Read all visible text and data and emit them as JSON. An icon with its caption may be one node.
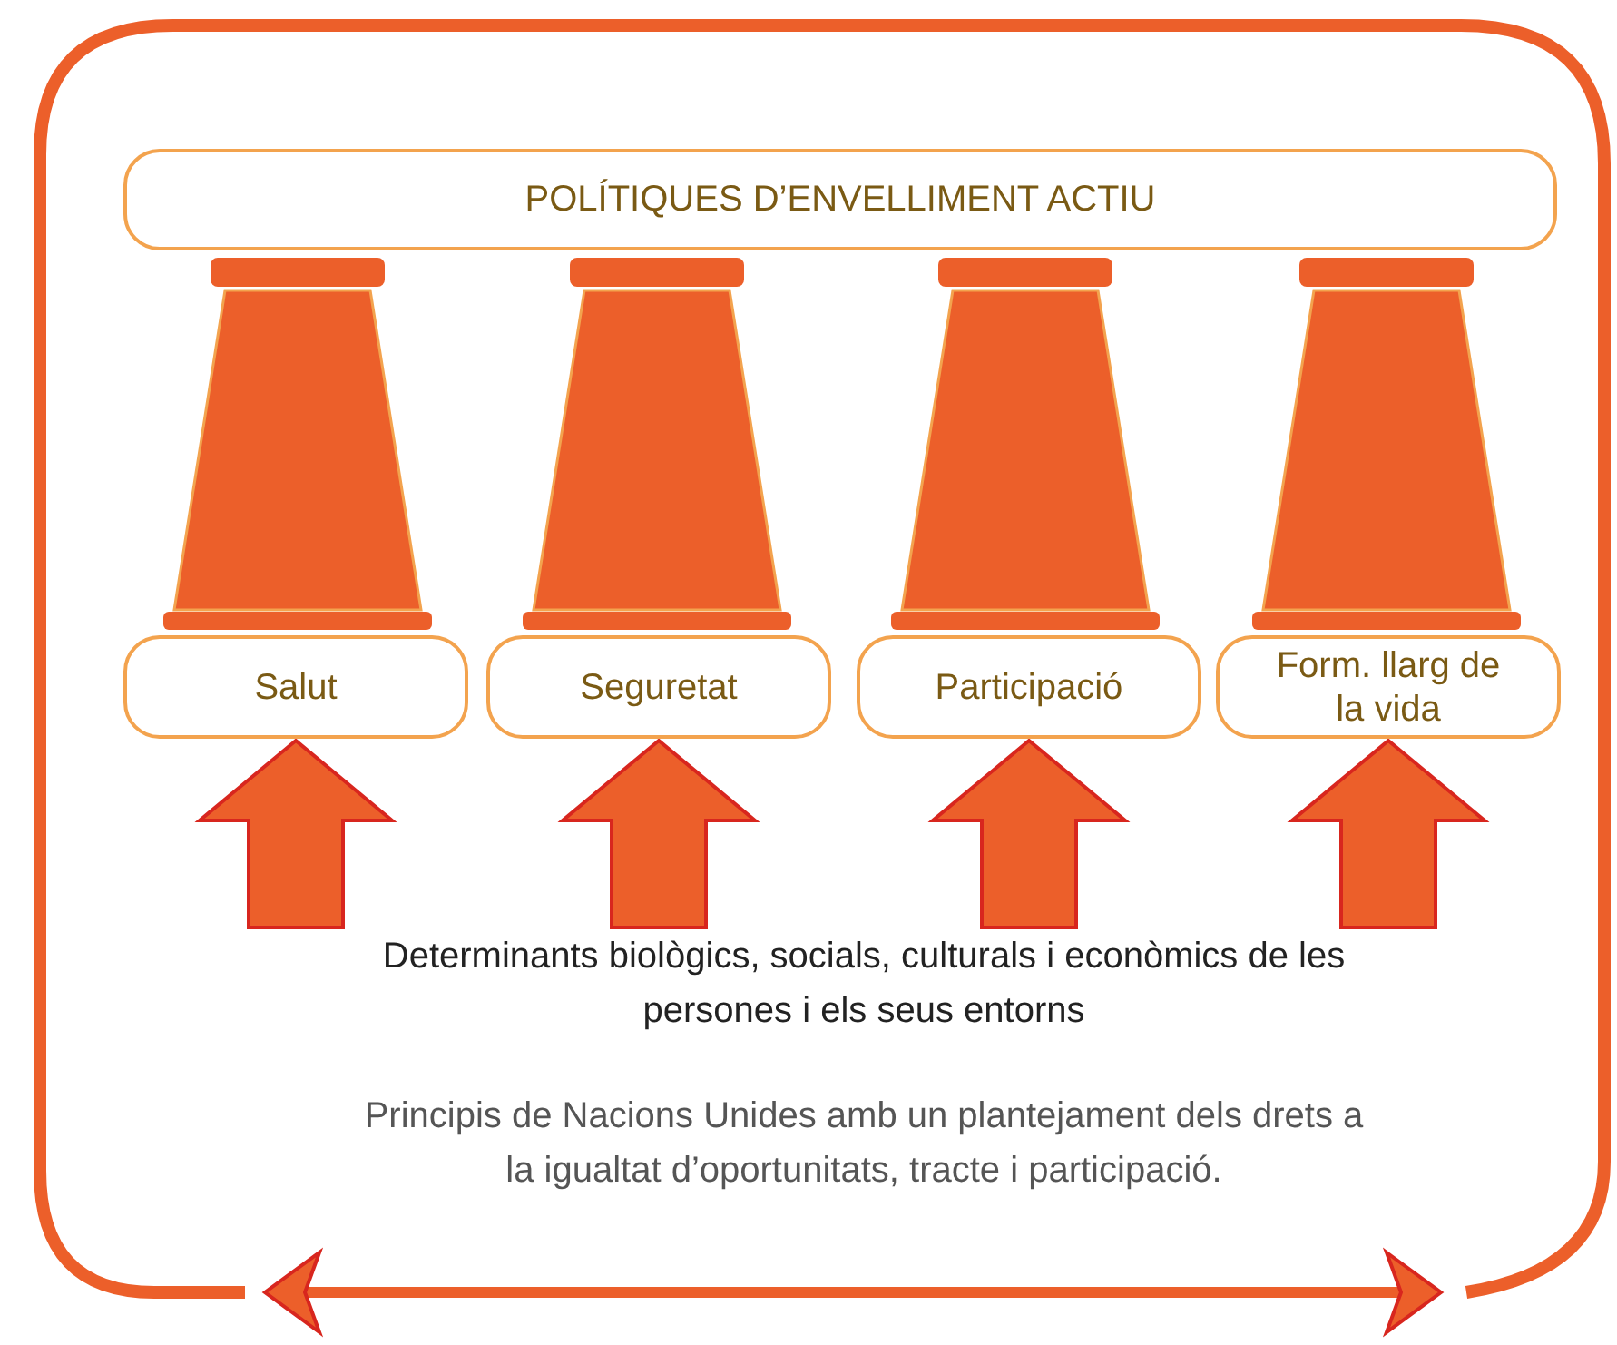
{
  "diagram": {
    "nodes": [
      {
        "text": [
          "POLÍTIQUES D’ENVELLIMENT ACTIU"
        ]
      },
      {
        "text": [
          "Salut"
        ]
      },
      {
        "text": [
          "Seguretat"
        ]
      },
      {
        "text": [
          "Participació"
        ]
      },
      {
        "text": [
          "Form. llarg de la vida"
        ]
      },
      {
        "text": [
          "Determinants biològics, socials, culturals i econòmics de les persones i els seus entorns"
        ]
      }
    ],
    "edges": [
      {
        "from": 5,
        "to": 1,
        "arrow": "to"
      },
      {
        "from": 5,
        "to": 2,
        "arrow": "to"
      },
      {
        "from": 5,
        "to": 3,
        "arrow": "to"
      },
      {
        "from": 5,
        "to": 4,
        "arrow": "to"
      }
    ],
    "labels": [
      "Principis de Nacions Unides amb un plantejament dels drets a la igualtat d’oportunitats, tracte i participació."
    ]
  }
}
